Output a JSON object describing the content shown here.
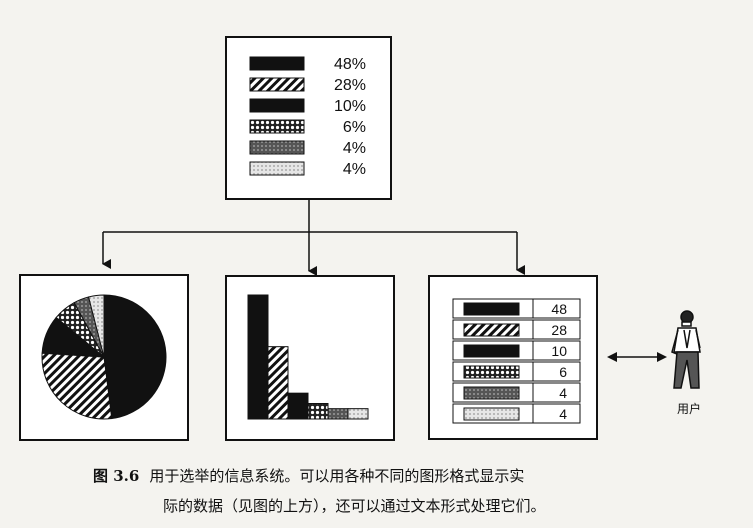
{
  "data": {
    "percents": [
      {
        "label": "48%",
        "value": 48,
        "pattern": "solid-black"
      },
      {
        "label": "28%",
        "value": 28,
        "pattern": "diagonal-hatch"
      },
      {
        "label": "10%",
        "value": 10,
        "pattern": "solid-black"
      },
      {
        "label": "6%",
        "value": 6,
        "pattern": "white-dots"
      },
      {
        "label": "4%",
        "value": 4,
        "pattern": "dark-grey-dots"
      },
      {
        "label": "4%",
        "value": 4,
        "pattern": "light-dots"
      }
    ],
    "table_values": [
      "48",
      "28",
      "10",
      "6",
      "4",
      "4"
    ]
  },
  "user": {
    "label": "用户",
    "icon": "user-figure-icon"
  },
  "caption": {
    "figure_number": "图 3.6",
    "line1": "用于选举的信息系统。可以用各种不同的图形格式显示实",
    "line2": "际的数据（见图的上方），还可以通过文本形式处理它们。"
  },
  "colors": {
    "ink": "#111111",
    "paper": "#f4f3ef",
    "box": "#ffffff"
  }
}
